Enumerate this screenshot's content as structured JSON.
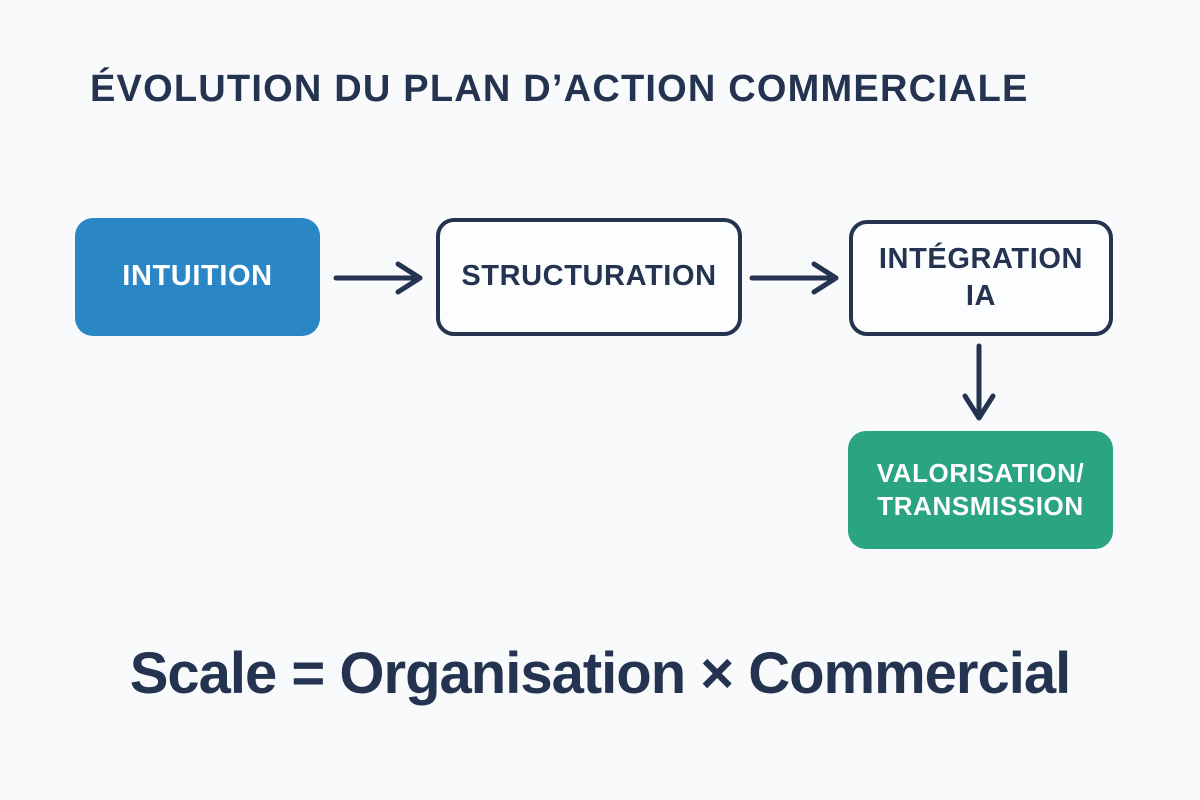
{
  "title": "ÉVOLUTION DU PLAN D’ACTION COMMERCIALE",
  "colors": {
    "navy": "#24334f",
    "blue": "#2b86c5",
    "green": "#2aa481",
    "background": "#f9fafb",
    "box_fill": "#fcfdfe",
    "text_on_fill": "#ffffff"
  },
  "flow": {
    "nodes": {
      "intuition": {
        "label": "INTUITION",
        "style": "filled-blue"
      },
      "structuration": {
        "label": "STRUCTURATION",
        "style": "outlined"
      },
      "integration": {
        "line1": "INTÉGRATION",
        "line2": "IA",
        "style": "outlined"
      },
      "valorisation": {
        "line1": "VALORISATION/",
        "line2": "TRANSMISSION",
        "style": "filled-green"
      }
    },
    "arrows": [
      {
        "from": "intuition",
        "to": "structuration",
        "direction": "right"
      },
      {
        "from": "structuration",
        "to": "integration",
        "direction": "right"
      },
      {
        "from": "integration",
        "to": "valorisation",
        "direction": "down"
      }
    ]
  },
  "formula": "Scale = Organisation × Commercial"
}
